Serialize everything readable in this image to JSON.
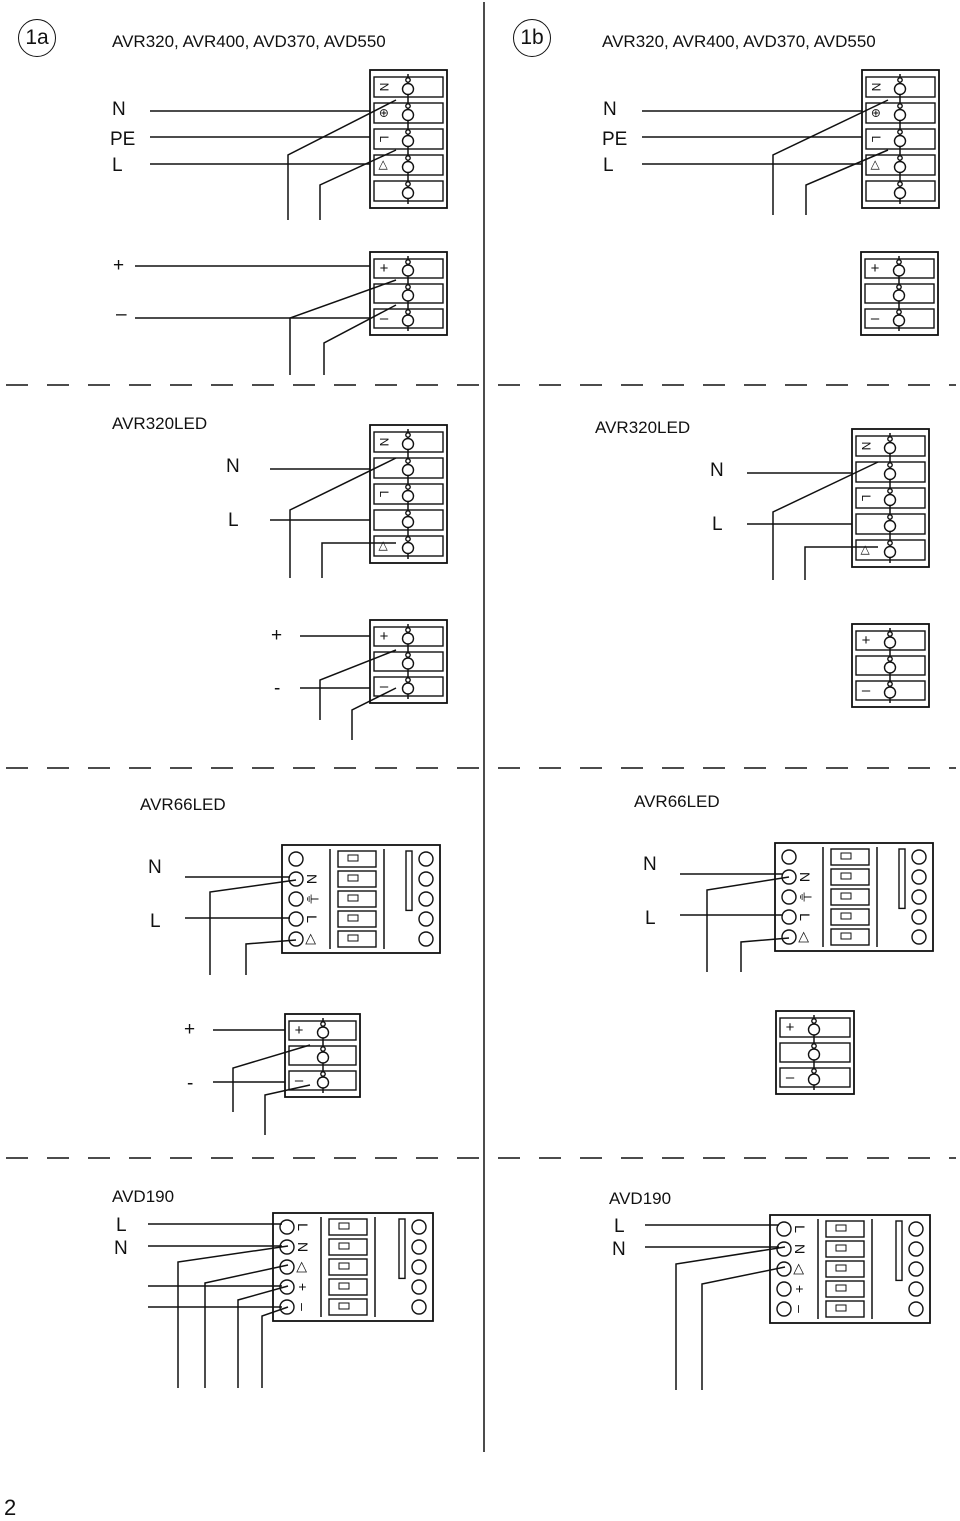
{
  "badges": {
    "a": "1a",
    "b": "1b"
  },
  "sections": {
    "mains": {
      "title": "AVR320, AVR400, AVD370, AVD550",
      "labels": [
        "N",
        "PE",
        "L"
      ],
      "dc_labels": [
        "+",
        "–"
      ]
    },
    "led320": {
      "title": "AVR320LED",
      "labels": [
        "N",
        "L"
      ],
      "dc_labels": [
        "+",
        "-"
      ]
    },
    "led66": {
      "title": "AVR66LED",
      "labels": [
        "N",
        "L"
      ],
      "dc_labels": [
        "+",
        "-"
      ]
    },
    "avd190": {
      "title": "AVD190",
      "labels": [
        "L",
        "N"
      ]
    }
  },
  "terminal_marks": {
    "mains": [
      "N",
      "⊕",
      "L",
      "◁"
    ],
    "dc": [
      "+",
      "–"
    ],
    "led66": [
      "N",
      "⏚",
      "L",
      "◁"
    ],
    "avd190": [
      "L",
      "N",
      "◁",
      "+",
      "–"
    ]
  },
  "page_number": "2"
}
